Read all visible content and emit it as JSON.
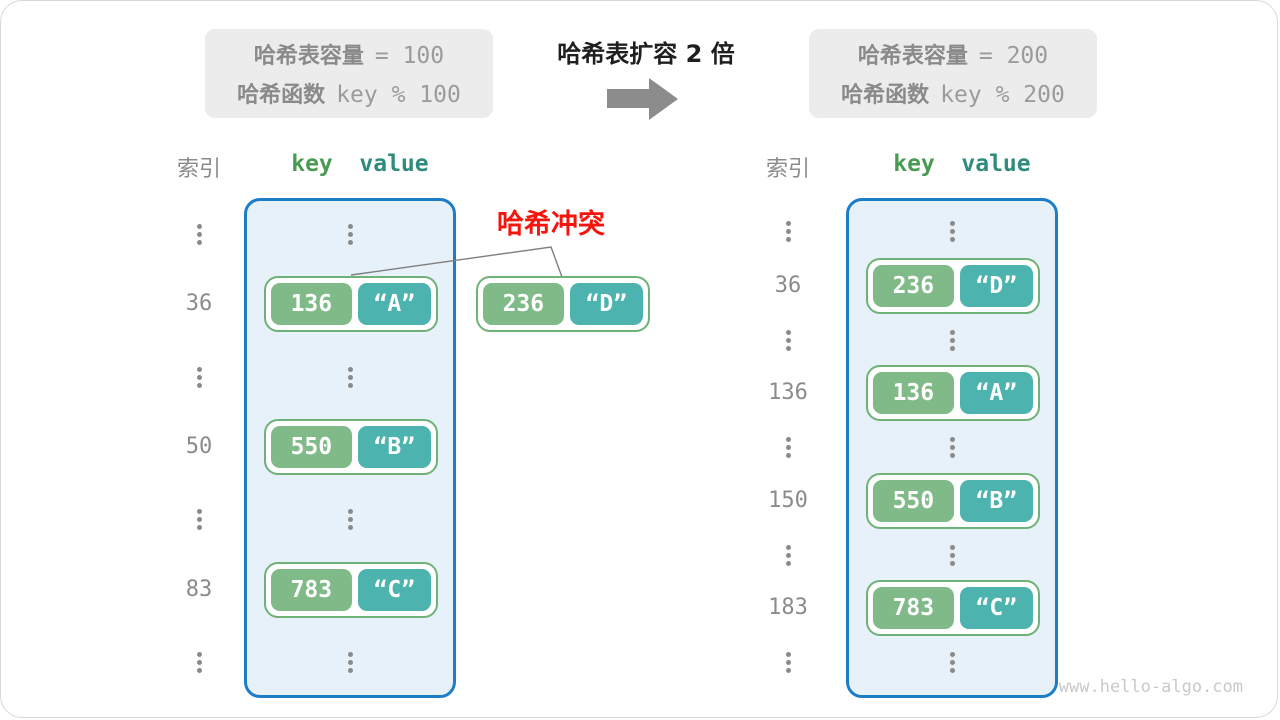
{
  "title": "哈希表扩容 2 倍",
  "watermark": "www.hello-algo.com",
  "before_box": {
    "capacity_label": "哈希表容量",
    "capacity_value": "= 100",
    "function_label": "哈希函数",
    "function_value": "key % 100"
  },
  "after_box": {
    "capacity_label": "哈希表容量",
    "capacity_value": "= 200",
    "function_label": "哈希函数",
    "function_value": "key % 200"
  },
  "collision_label": "哈希冲突",
  "columns": {
    "index": "索引",
    "key": "key",
    "value": "value"
  },
  "before_table": {
    "rows": [
      {
        "index": "36",
        "key": "136",
        "value": "“A”"
      },
      {
        "index": "50",
        "key": "550",
        "value": "“B”"
      },
      {
        "index": "83",
        "key": "783",
        "value": "“C”"
      }
    ],
    "collision_entry": {
      "key": "236",
      "value": "“D”"
    }
  },
  "after_table": {
    "rows": [
      {
        "index": "36",
        "key": "236",
        "value": "“D”"
      },
      {
        "index": "136",
        "key": "136",
        "value": "“A”"
      },
      {
        "index": "150",
        "key": "550",
        "value": "“B”"
      },
      {
        "index": "183",
        "key": "783",
        "value": "“C”"
      }
    ]
  },
  "colors": {
    "key_fill": "#80ba88",
    "value_fill": "#4cb3ae",
    "pair_border": "#6fb277",
    "bucket_fill": "#e6f1fa",
    "bucket_border": "#1d7dc6",
    "collision_red": "#f5150c",
    "header_key_green": "#4a9b52",
    "header_value_teal": "#2f8b7d",
    "gray_text": "#8b8b8b",
    "infobox_bg": "#ececec",
    "arrow_gray": "#8c8c8c"
  }
}
